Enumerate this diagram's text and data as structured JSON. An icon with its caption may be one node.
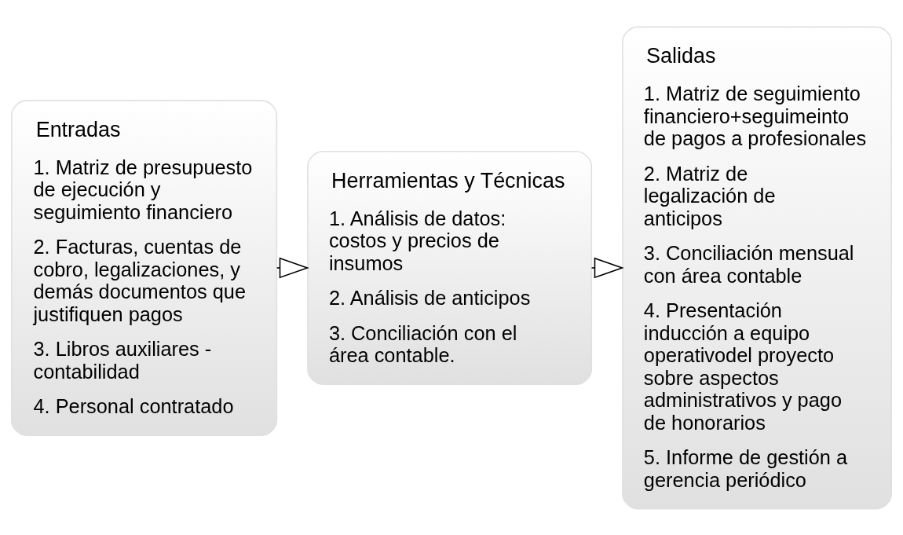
{
  "diagram": {
    "nodes": [
      {
        "text": [
          "Entradas",
          "1. Matriz de presupuesto de ejecución y seguimiento financiero",
          "2. Facturas, cuentas de cobro, legalizaciones, y demás documentos que justifiquen pagos",
          "3. Libros auxiliares - contabilidad",
          "4. Personal contratado"
        ]
      },
      {
        "text": [
          "Herramientas y Técnicas",
          "1. Análisis de datos: costos y precios de insumos",
          "2. Análisis de anticipos",
          "3. Conciliación con el área contable."
        ]
      },
      {
        "text": [
          "Salidas",
          "1. Matriz de seguimiento financiero+seguimeinto de pagos a profesionales",
          "2. Matriz de legalización de anticipos",
          "3. Conciliación mensual con área contable",
          "4. Presentación inducción a equipo operativodel proyecto sobre aspectos administrativos y pago de honorarios",
          "5. Informe de gestión a gerencia periódico"
        ]
      }
    ],
    "edges": [
      {
        "from": 0,
        "to": 1,
        "arrow": "to"
      },
      {
        "from": 1,
        "to": 2,
        "arrow": "to"
      }
    ]
  }
}
